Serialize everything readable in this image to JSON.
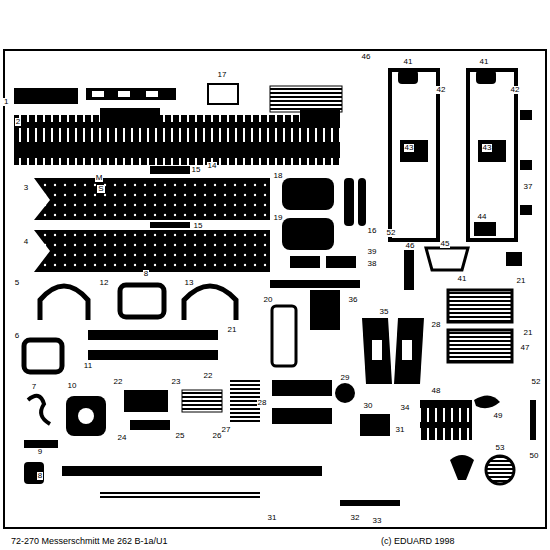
{
  "diagram": {
    "labels": [
      "1",
      "17",
      "46",
      "41",
      "42",
      "41",
      "42",
      "2",
      "3",
      "M",
      "S",
      "15",
      "14",
      "18",
      "43",
      "43",
      "37",
      "4",
      "15",
      "19",
      "16",
      "52",
      "44",
      "39",
      "38",
      "46",
      "45",
      "21",
      "5",
      "12",
      "8",
      "13",
      "20",
      "36",
      "35",
      "28",
      "41",
      "47",
      "21",
      "6",
      "11",
      "21",
      "7",
      "10",
      "22",
      "23",
      "22",
      "29",
      "31",
      "30",
      "48",
      "49",
      "52",
      "24",
      "25",
      "26",
      "27",
      "28",
      "34",
      "53",
      "50",
      "9",
      "8",
      "31",
      "32",
      "33",
      "72-270 Messerschmitt Me 262 B-1a/U1",
      "(c) EDUARD 1998"
    ]
  }
}
